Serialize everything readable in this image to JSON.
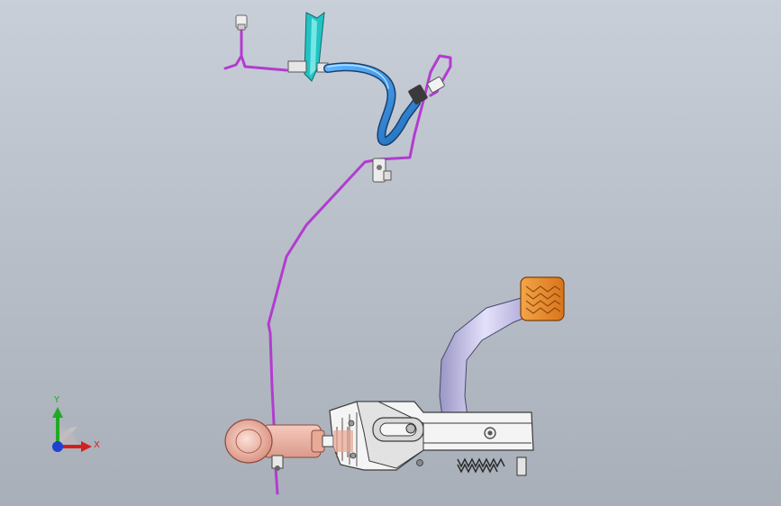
{
  "viewport": {
    "background_top": "#c9cfd8",
    "background_bottom": "#a8afb9"
  },
  "model": {
    "parts": [
      "brake-pipe",
      "flexible-hose",
      "mounting-bracket",
      "pipe-clip",
      "pedal-pad",
      "pedal-arm",
      "master-cylinder",
      "pedal-bracket",
      "return-spring"
    ],
    "colors": {
      "brake_pipe": "#b23ccf",
      "flexible_hose": "#2f8fe0",
      "bracket": "#22c7c7",
      "pedal_pad": "#e88a2a",
      "pedal_arm": "#c9c4ee",
      "master_cylinder": "#f0b9aa",
      "frame": "#f3f3f3"
    }
  },
  "triad": {
    "x_label": "X",
    "y_label": "Y",
    "x_color": "#d32020",
    "y_color": "#22aa22",
    "z_color": "#2040d0"
  }
}
